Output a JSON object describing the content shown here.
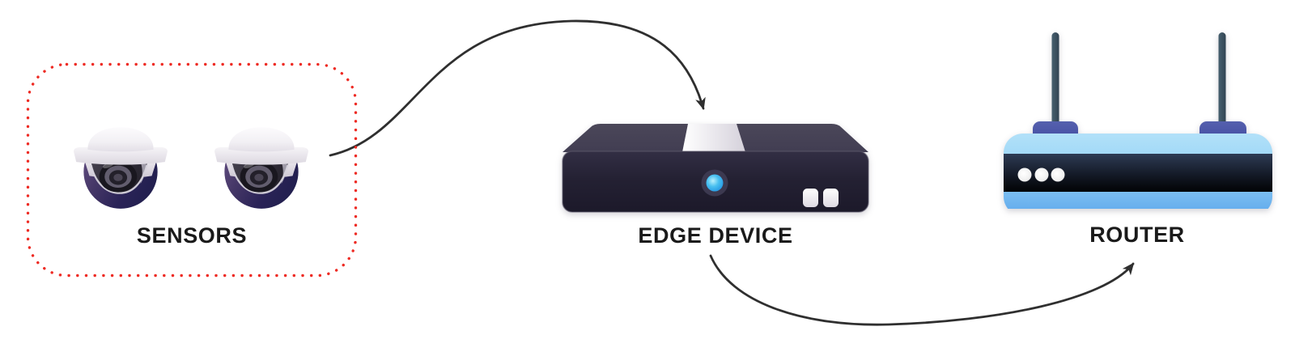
{
  "nodes": [
    {
      "id": "sensors",
      "label": "SENSORS",
      "icon": "dome-camera-icon",
      "icon_count": 2,
      "boundary": "red-dotted-rounded-rectangle"
    },
    {
      "id": "edge_device",
      "label": "EDGE DEVICE",
      "icon": "edge-device-icon"
    },
    {
      "id": "router",
      "label": "ROUTER",
      "icon": "wifi-router-icon"
    }
  ],
  "connections": [
    {
      "from": "sensors",
      "to": "edge_device",
      "type": "curved-arrow"
    },
    {
      "from": "edge_device",
      "to": "router",
      "type": "curved-arrow"
    }
  ],
  "colors": {
    "background": "#ffffff",
    "sensors_boundary": "#ee2b24",
    "arrow": "#2f2f2f",
    "label_text": "#1a1a1a",
    "led_blue": "#2d9fe9",
    "router_light_blue": "#a7ddf8",
    "router_dark_band": "#0d1220",
    "device_body_dark": "#262238",
    "camera_dome_purple": "#3b2f63"
  }
}
